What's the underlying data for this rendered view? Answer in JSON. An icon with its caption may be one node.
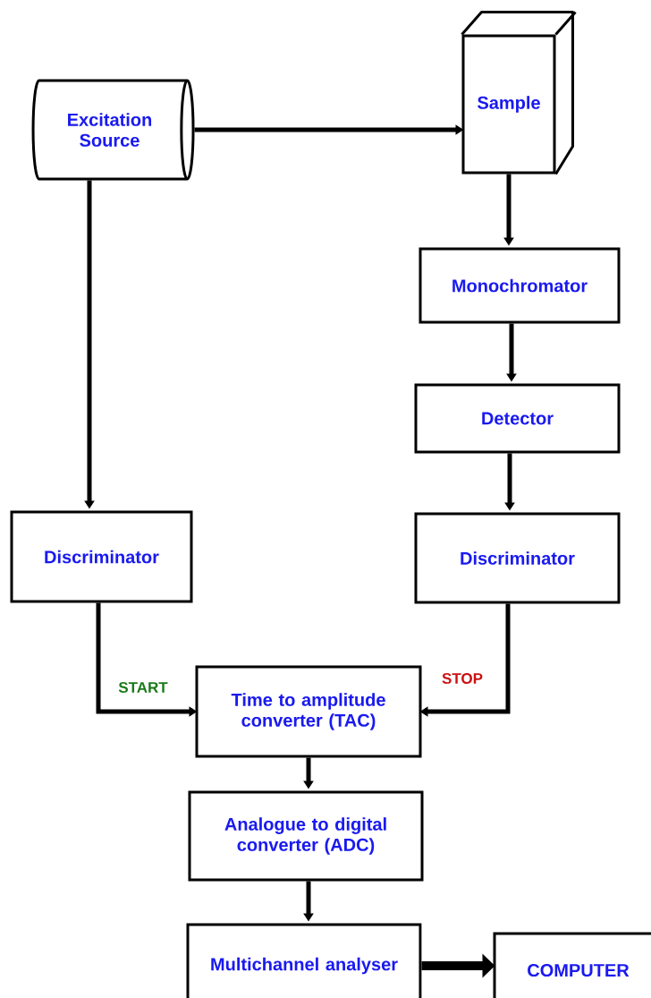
{
  "diagram": {
    "nodes": [
      {
        "text": [
          "Excitation Source"
        ]
      },
      {
        "text": [
          "Sample"
        ]
      },
      {
        "text": [
          "Monochromator"
        ]
      },
      {
        "text": [
          "Detector"
        ]
      },
      {
        "text": [
          "Discriminator"
        ]
      },
      {
        "text": [
          "Discriminator"
        ]
      },
      {
        "text": [
          "Time to amplitude converter (TAC)"
        ]
      },
      {
        "text": [
          "Analogue to digital converter (ADC)"
        ]
      },
      {
        "text": [
          "Multichannel analyser"
        ]
      },
      {
        "text": [
          "COMPUTER"
        ]
      }
    ],
    "edges": [
      {
        "from": 0,
        "to": 1,
        "arrow": "to"
      },
      {
        "from": 1,
        "to": 2,
        "arrow": "to"
      },
      {
        "from": 2,
        "to": 3,
        "arrow": "to"
      },
      {
        "from": 3,
        "to": 5,
        "arrow": "to"
      },
      {
        "from": 0,
        "to": 4,
        "arrow": "to"
      },
      {
        "from": 4,
        "to": 6,
        "arrow": "to",
        "label": "START"
      },
      {
        "from": 5,
        "to": 6,
        "arrow": "to",
        "label": "STOP"
      },
      {
        "from": 6,
        "to": 7,
        "arrow": "to"
      },
      {
        "from": 7,
        "to": 8,
        "arrow": "to"
      },
      {
        "from": 8,
        "to": 9,
        "arrow": "to",
        "style": "thick"
      }
    ]
  }
}
